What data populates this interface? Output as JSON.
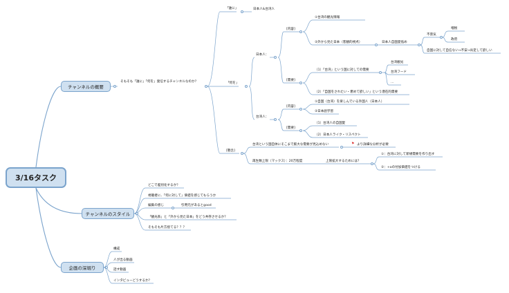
{
  "root": "3/16タスク",
  "main": {
    "overview": "チャンネルの概要",
    "style": "チャンネルのスタイル",
    "deep": "企画の深堀り"
  },
  "overview": {
    "question": "そもそも「誰に」「何を」発信するチャンネルなのか？",
    "who_label": "「誰に」",
    "who_value": "日本人&台湾人",
    "what_label": "「何を」",
    "jp_label": "日本人：",
    "content_tag": "[内容]",
    "demand_tag": "[需要]",
    "jp_c1": "①台湾の観光情報",
    "jp_c2": "②外から見た日本（客観的視点）",
    "jp_c2_a": "日本人自国愛低め",
    "jp_c2_b": "不景気",
    "jp_c2_b1": "増税",
    "jp_c2_b2": "政府",
    "jp_c2_c": "自国に対して自信ない→不安→肯定して欲しい",
    "jp_d1": "（1）「台湾」という国に対しての需要",
    "jp_d1_a": "台湾観光",
    "jp_d1_b": "台湾フード",
    "jp_d1_c": "…",
    "jp_d2": "（2）「自国をされたい・褒めて欲しい」という潜在的需要",
    "tw_label": "台湾人：",
    "tw_c1": "①自国（台湾）を楽しんでいる外国人（日本人）",
    "tw_c2": "②日本語学習",
    "tw_d1": "（1）台湾人の自国愛",
    "tw_d2": "（2）日本人ライク・リスペクト",
    "concern_tag": "[懸念]",
    "con1": "台湾という国自体にそこまで膨大な需要が見込めない",
    "con1_a": "より詳細な分析が必要",
    "con2": "再生数上限（マックス）：20万程度",
    "con2_a": "上限拡大するためには？",
    "con2_a1": "①：台湾に対して新規需要を作り出す",
    "con2_a2": "②：+αの付加価値をつける"
  },
  "style": {
    "s1": "どこで差別化するか？",
    "s2": "視聴者に、「何に対して」価値を感じてもらうか",
    "s3": "編集の感じ",
    "s3_a": "引用元があるとgood",
    "s4": "「観光系」と「外から見た日本」をどう共存させるか？",
    "s5": "そもそも片方捨てる？？？"
  },
  "deep": {
    "d1": "構成",
    "d2": "人が出る動画",
    "d3": "話す動画",
    "d4": "インタビューどうするか？"
  },
  "colors": {
    "line": "#7aa3cc",
    "box_fill": "#cfe0f0",
    "flag": "#dd3333"
  }
}
